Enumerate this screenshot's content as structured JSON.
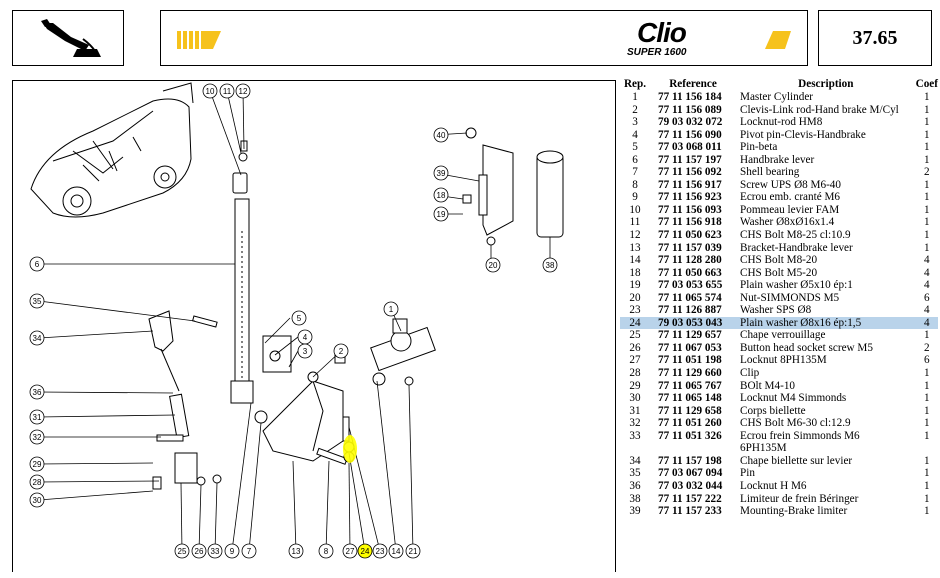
{
  "page_number": "37.65",
  "brand": {
    "name": "Clio",
    "subtitle": "SUPER 1600"
  },
  "table": {
    "headers": {
      "rep": "Rep.",
      "ref": "Reference",
      "desc": "Description",
      "coef": "Coef"
    },
    "rows": [
      {
        "rep": "1",
        "ref": "77 11 156 184",
        "desc": "Master Cylinder",
        "coef": "1"
      },
      {
        "rep": "2",
        "ref": "77 11 156 089",
        "desc": "Clevis-Link rod-Hand brake M/Cyl",
        "coef": "1"
      },
      {
        "rep": "3",
        "ref": "79 03 032 072",
        "desc": "Locknut-rod HM8",
        "coef": "1"
      },
      {
        "rep": "4",
        "ref": "77 11 156 090",
        "desc": "Pivot pin-Clevis-Handbrake",
        "coef": "1"
      },
      {
        "rep": "5",
        "ref": "77 03 068 011",
        "desc": "Pin-beta",
        "coef": "1"
      },
      {
        "rep": "6",
        "ref": "77 11 157 197",
        "desc": "Handbrake lever",
        "coef": "1"
      },
      {
        "rep": "7",
        "ref": "77 11 156 092",
        "desc": "Shell bearing",
        "coef": "2"
      },
      {
        "rep": "8",
        "ref": "77 11 156 917",
        "desc": "Screw UPS Ø8 M6-40",
        "coef": "1"
      },
      {
        "rep": "9",
        "ref": "77 11 156 923",
        "desc": "Ecrou emb. cranté M6",
        "coef": "1"
      },
      {
        "rep": "10",
        "ref": "77 11 156 093",
        "desc": "Pommeau levier FAM",
        "coef": "1"
      },
      {
        "rep": "11",
        "ref": "77 11 156 918",
        "desc": "Washer Ø8xØ16x1.4",
        "coef": "1"
      },
      {
        "rep": "12",
        "ref": "77 11 050 623",
        "desc": "CHS Bolt M8-25 cl:10.9",
        "coef": "1"
      },
      {
        "rep": "13",
        "ref": "77 11 157 039",
        "desc": "Bracket-Handbrake lever",
        "coef": "1"
      },
      {
        "rep": "14",
        "ref": "77 11 128 280",
        "desc": "CHS Bolt M8-20",
        "coef": "4"
      },
      {
        "rep": "18",
        "ref": "77 11 050 663",
        "desc": "CHS Bolt M5-20",
        "coef": "4"
      },
      {
        "rep": "19",
        "ref": "77 03 053 655",
        "desc": "Plain washer Ø5x10 ép:1",
        "coef": "4"
      },
      {
        "rep": "20",
        "ref": "77 11 065 574",
        "desc": "Nut-SIMMONDS M5",
        "coef": "6"
      },
      {
        "rep": "23",
        "ref": "77 11 126 887",
        "desc": "Washer SPS Ø8",
        "coef": "4"
      },
      {
        "rep": "24",
        "ref": "79 03 053 043",
        "desc": "Plain washer Ø8x16 ép:1,5",
        "coef": "4",
        "highlight": true
      },
      {
        "rep": "25",
        "ref": "77 11 129 657",
        "desc": "Chape verrouillage",
        "coef": "1"
      },
      {
        "rep": "26",
        "ref": "77 11 067 053",
        "desc": "Button head socket screw M5",
        "coef": "2"
      },
      {
        "rep": "27",
        "ref": "77 11 051 198",
        "desc": "Locknut 8PH135M",
        "coef": "6"
      },
      {
        "rep": "28",
        "ref": "77 11 129 660",
        "desc": "Clip",
        "coef": "1"
      },
      {
        "rep": "29",
        "ref": "77 11 065 767",
        "desc": "BOlt M4-10",
        "coef": "1"
      },
      {
        "rep": "30",
        "ref": "77 11 065 148",
        "desc": "Locknut M4 Simmonds",
        "coef": "1"
      },
      {
        "rep": "31",
        "ref": "77 11 129 658",
        "desc": "Corps biellette",
        "coef": "1"
      },
      {
        "rep": "32",
        "ref": "77 11 051 260",
        "desc": "CHS Bolt M6-30 cl:12.9",
        "coef": "1"
      },
      {
        "rep": "33",
        "ref": "77 11 051 326",
        "desc": "Ecrou frein Simmonds M6",
        "coef": "1"
      },
      {
        "rep": "",
        "ref": "",
        "desc": "6PH135M",
        "coef": ""
      },
      {
        "rep": "34",
        "ref": "77 11 157 198",
        "desc": "Chape biellette sur levier",
        "coef": "1"
      },
      {
        "rep": "35",
        "ref": "77 03 067 094",
        "desc": "Pin",
        "coef": "1"
      },
      {
        "rep": "36",
        "ref": "77 03 032 044",
        "desc": "Locknut H M6",
        "coef": "1"
      },
      {
        "rep": "38",
        "ref": "77 11 157 222",
        "desc": "Limiteur de frein Béringer",
        "coef": "1"
      },
      {
        "rep": "39",
        "ref": "77 11 157 233",
        "desc": "Mounting-Brake limiter",
        "coef": "1"
      }
    ]
  },
  "callouts": [
    "10",
    "11",
    "12",
    "6",
    "35",
    "34",
    "36",
    "31",
    "32",
    "29",
    "28",
    "30",
    "5",
    "4",
    "3",
    "2",
    "1",
    "40",
    "39",
    "18",
    "19",
    "20",
    "38",
    "7",
    "13",
    "8",
    "27",
    "24",
    "23",
    "14",
    "25",
    "26",
    "33",
    "9",
    "21"
  ],
  "highlight_color": "#ffff00",
  "accent_color": "#f6c21c"
}
